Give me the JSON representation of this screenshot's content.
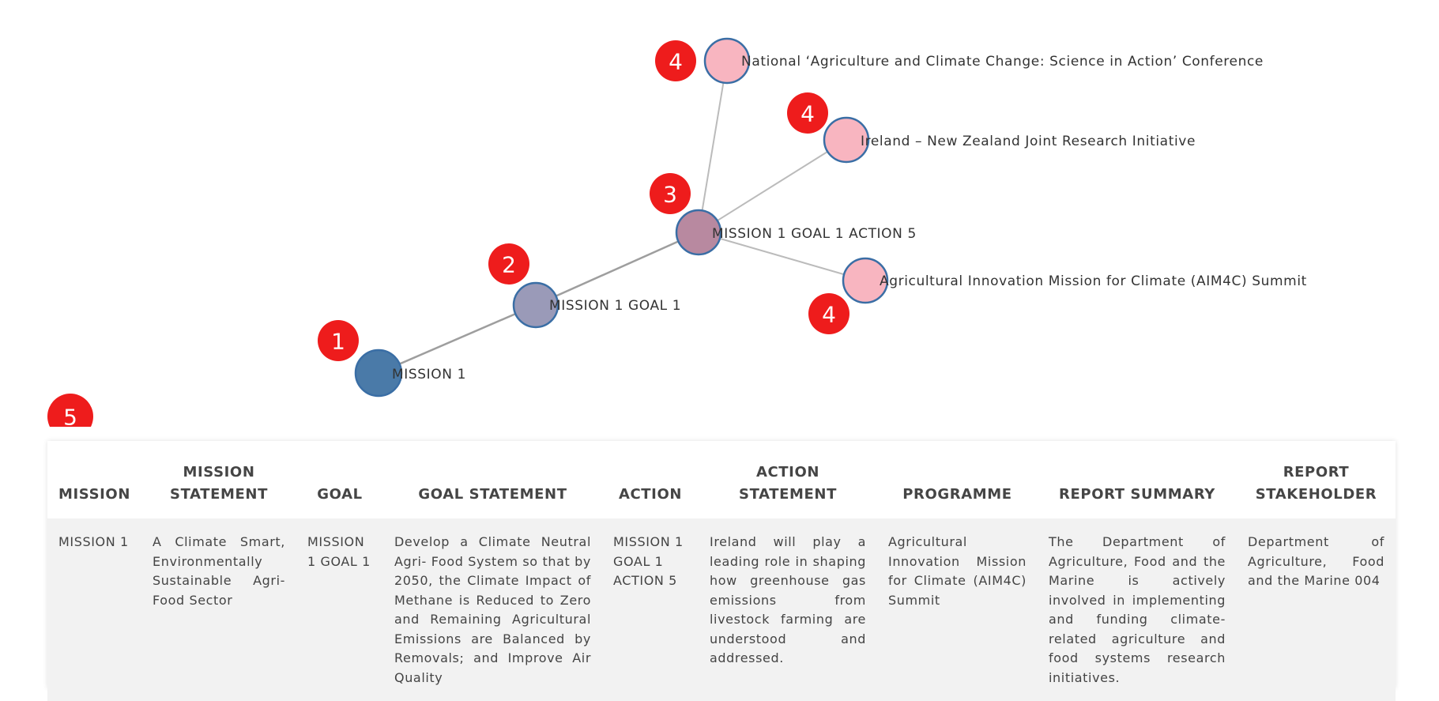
{
  "graph": {
    "nodes": [
      {
        "id": "mission-1",
        "label": "MISSION 1",
        "color": "#4a7aa8",
        "badge": "1"
      },
      {
        "id": "goal-1",
        "label": "MISSION 1 GOAL 1",
        "color": "#9a9ab8",
        "badge": "2"
      },
      {
        "id": "action-5",
        "label": "MISSION 1 GOAL 1 ACTION 5",
        "color": "#b889a0",
        "badge": "3"
      },
      {
        "id": "programme-conference",
        "label": "National ‘Agriculture and Climate Change: Science in Action’ Conference",
        "color": "#f8b5c0",
        "badge": "4"
      },
      {
        "id": "programme-ireland-nz",
        "label": "Ireland – New Zealand Joint Research Initiative",
        "color": "#f8b5c0",
        "badge": "4"
      },
      {
        "id": "programme-aim4c",
        "label": "Agricultural Innovation Mission for Climate (AIM4C) Summit",
        "color": "#f8b5c0",
        "badge": "4"
      }
    ],
    "edges": [
      {
        "from": "mission-1",
        "to": "goal-1"
      },
      {
        "from": "goal-1",
        "to": "action-5"
      },
      {
        "from": "action-5",
        "to": "programme-conference"
      },
      {
        "from": "action-5",
        "to": "programme-ireland-nz"
      },
      {
        "from": "action-5",
        "to": "programme-aim4c"
      }
    ],
    "node_stroke_color": "#3a6ea5",
    "edge_color": "#bbbbbb",
    "badge_color": "#ee1c1c"
  },
  "table": {
    "badge": "5",
    "headers": {
      "mission": "MISSION",
      "mission_statement_1": "MISSION",
      "mission_statement_2": "STATEMENT",
      "goal": "GOAL",
      "goal_statement": "GOAL STATEMENT",
      "action": "ACTION",
      "action_statement_1": "ACTION",
      "action_statement_2": "STATEMENT",
      "programme": "PROGRAMME",
      "report_summary": "REPORT SUMMARY",
      "report_stakeholder_1": "REPORT",
      "report_stakeholder_2": "STAKEHOLDER"
    },
    "row": {
      "mission": "MISSION 1",
      "mission_statement": "A Climate Smart, Environmentally Sustainable Agri-Food Sector",
      "goal": "MISSION 1 GOAL 1",
      "goal_statement": "Develop a Climate Neutral Agri- Food System so that by 2050, the Climate Impact of Methane is Reduced to Zero and Remaining Agricultural Emissions are Balanced by Removals; and Improve Air Quality",
      "action": "MISSION 1 GOAL 1 ACTION 5",
      "action_statement": "Ireland will play a leading role in shaping how greenhouse gas emissions from livestock farming are understood and addressed.",
      "programme": "Agricultural Innovation Mission for Climate (AIM4C) Summit",
      "report_summary": "The Department of Agriculture, Food and the Marine is actively involved in implementing and funding climate-related agriculture and food systems research initiatives.",
      "report_stakeholder": "Department of Agriculture, Food and the Marine 004"
    }
  }
}
